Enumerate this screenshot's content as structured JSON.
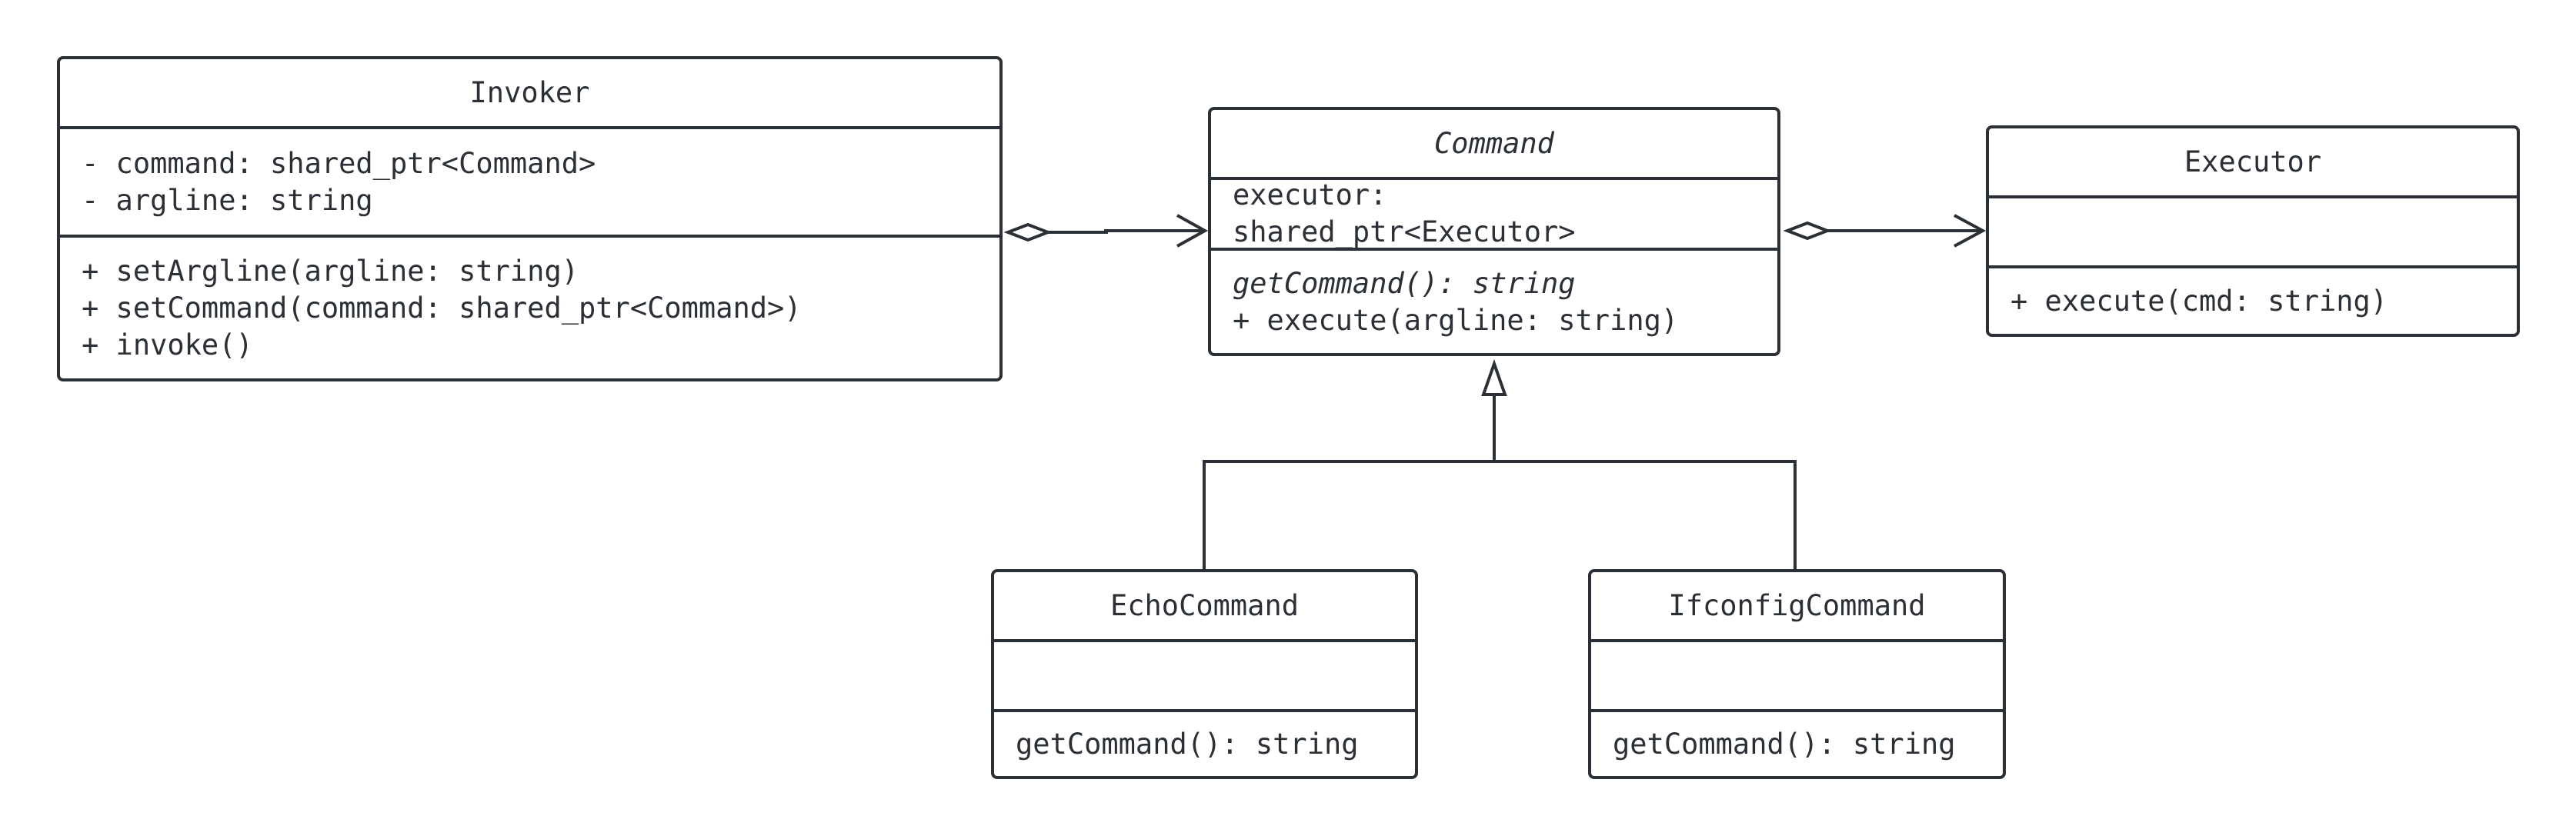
{
  "classes": {
    "invoker": {
      "name": "Invoker",
      "attributes": [
        "- command: shared_ptr<Command>",
        "- argline: string"
      ],
      "methods": [
        "+ setArgline(argline: string)",
        "+ setCommand(command: shared_ptr<Command>)",
        "+ invoke()"
      ]
    },
    "command": {
      "name": "Command",
      "abstract": true,
      "attributes": [
        "executor:",
        "shared_ptr<Executor>"
      ],
      "methods": [
        "getCommand(): string",
        "+ execute(argline: string)"
      ]
    },
    "executor": {
      "name": "Executor",
      "attributes": [],
      "methods": [
        "+ execute(cmd: string)"
      ]
    },
    "echo_command": {
      "name": "EchoCommand",
      "attributes": [],
      "methods": [
        "getCommand(): string"
      ]
    },
    "ifconfig_command": {
      "name": "IfconfigCommand",
      "attributes": [],
      "methods": [
        "getCommand(): string"
      ]
    }
  },
  "relationships": [
    {
      "type": "aggregation",
      "from": "Invoker",
      "to": "Command"
    },
    {
      "type": "aggregation",
      "from": "Command",
      "to": "Executor"
    },
    {
      "type": "generalization",
      "from": "EchoCommand",
      "to": "Command"
    },
    {
      "type": "generalization",
      "from": "IfconfigCommand",
      "to": "Command"
    }
  ],
  "colors": {
    "stroke": "#2b2f36",
    "background": "#ffffff"
  }
}
